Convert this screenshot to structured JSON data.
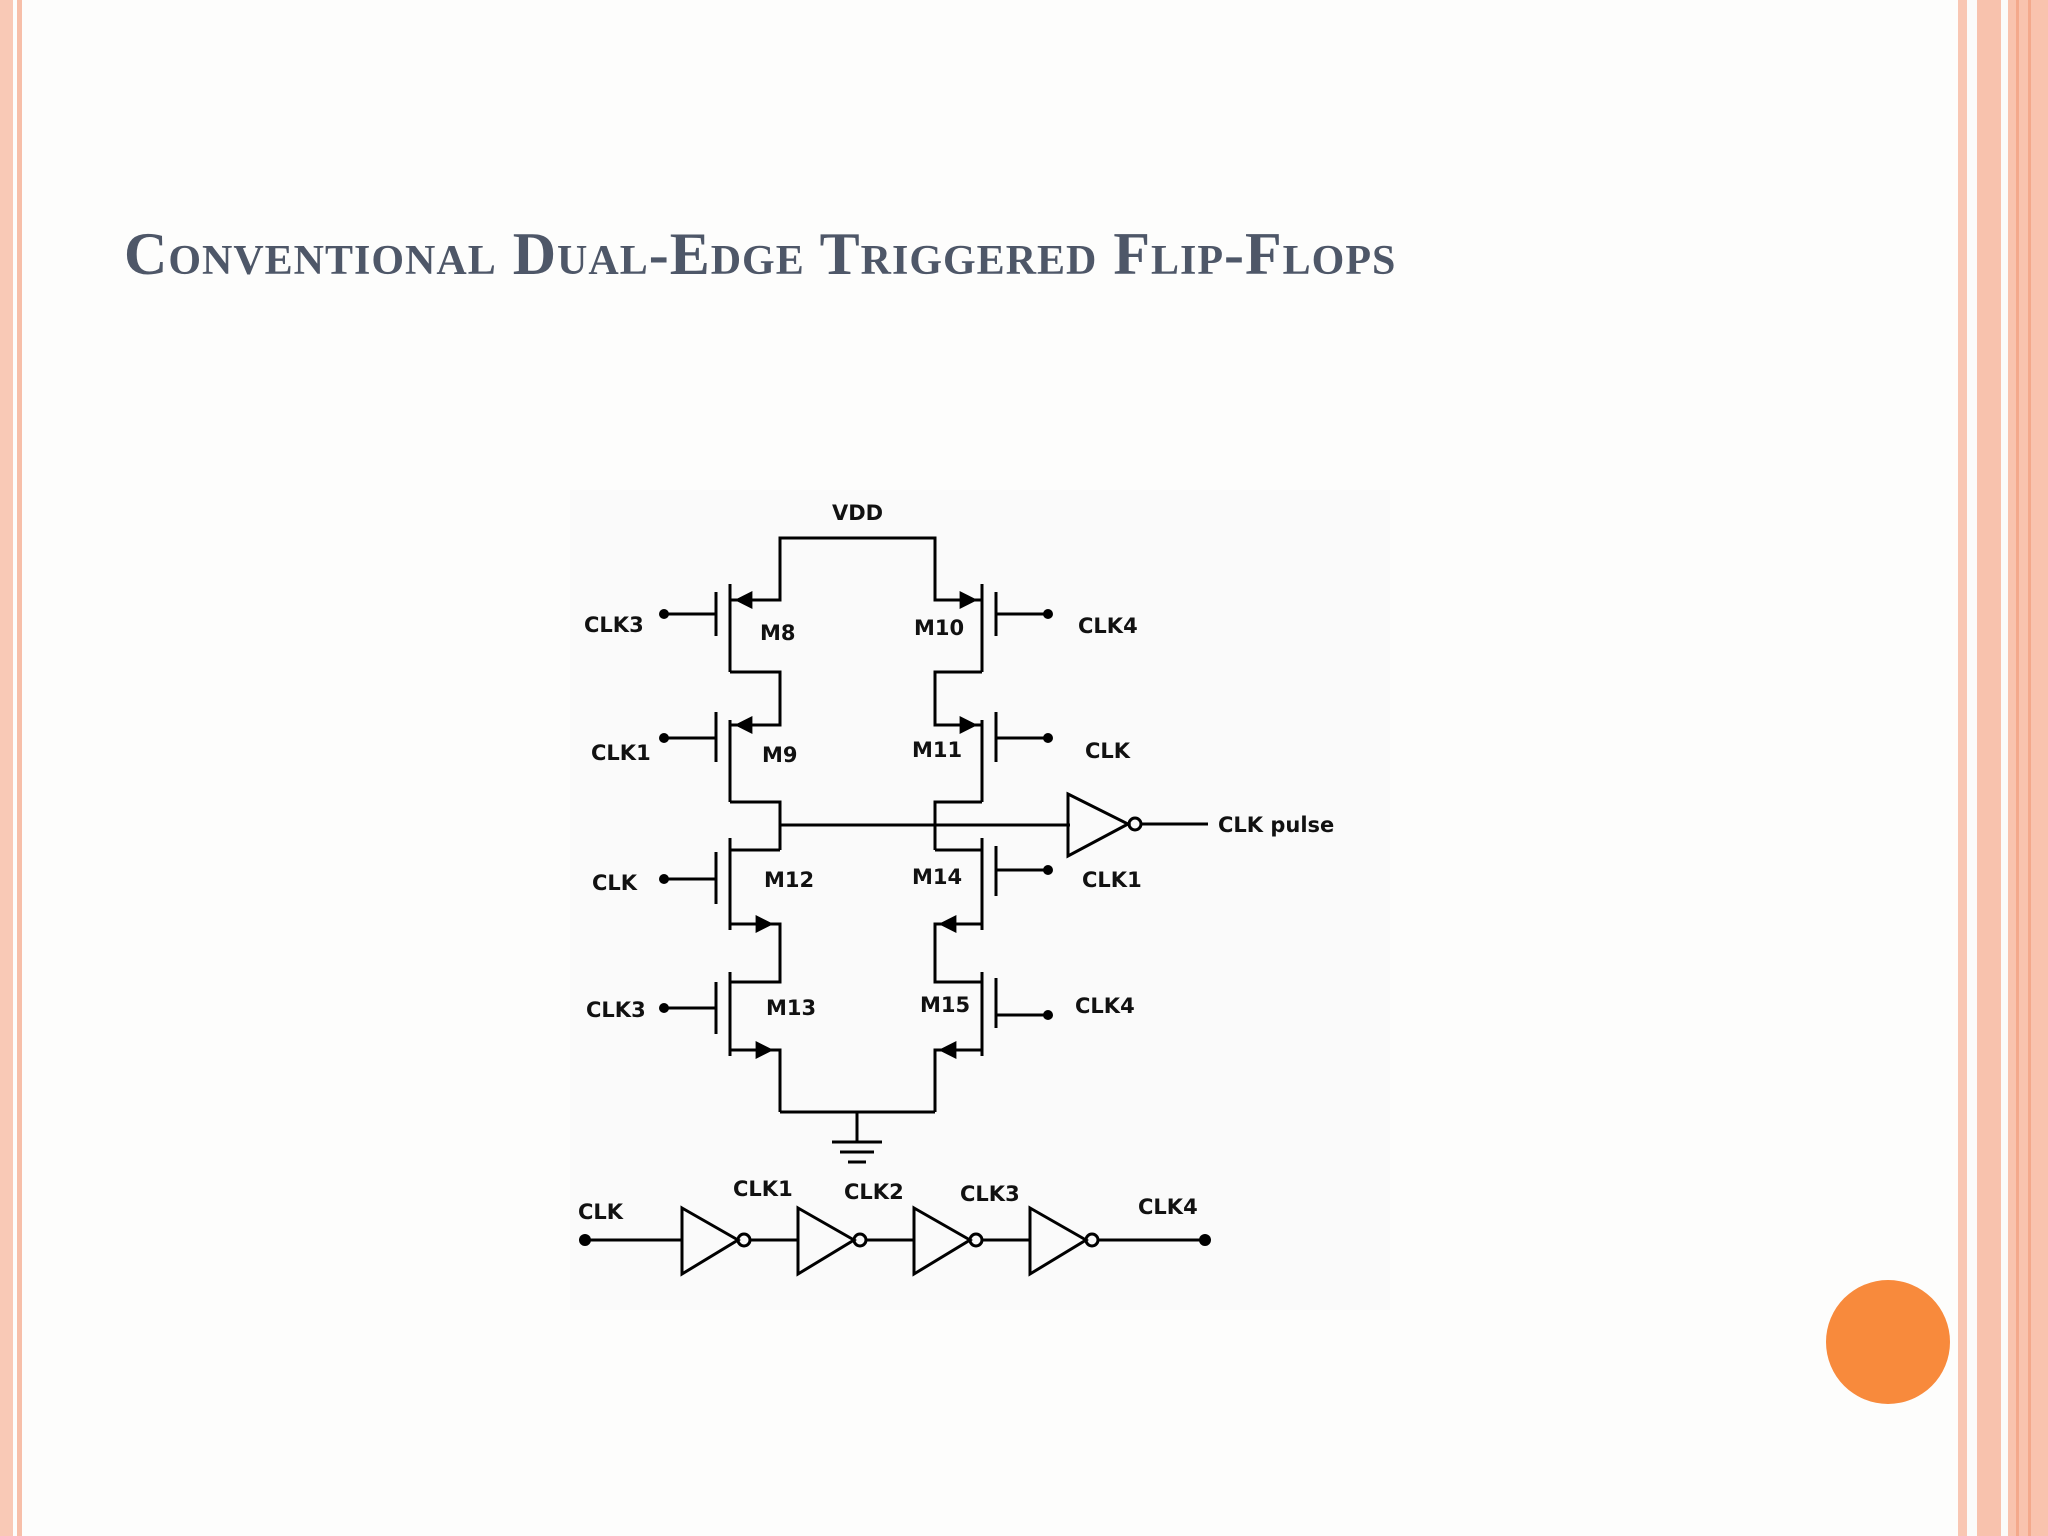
{
  "slide": {
    "title": "Conventional Dual-Edge Triggered Flip-Flops"
  },
  "circuit": {
    "supply_label": "VDD",
    "transistors": {
      "m8": "M8",
      "m9": "M9",
      "m10": "M10",
      "m11": "M11",
      "m12": "M12",
      "m13": "M13",
      "m14": "M14",
      "m15": "M15"
    },
    "inputs": {
      "m8_gate": "CLK3",
      "m9_gate": "CLK1",
      "m10_gate": "CLK4",
      "m11_gate": "CLK",
      "m12_gate": "CLK",
      "m13_gate": "CLK3",
      "m14_gate": "CLK1",
      "m15_gate": "CLK4"
    },
    "output_label": "CLK pulse"
  },
  "delay_chain": {
    "input_label": "CLK",
    "taps": [
      "CLK1",
      "CLK2",
      "CLK3",
      "CLK4"
    ]
  },
  "colors": {
    "title": "#4e5768",
    "accent_dot": "#f88a3c",
    "border": "#f8c2ad"
  }
}
